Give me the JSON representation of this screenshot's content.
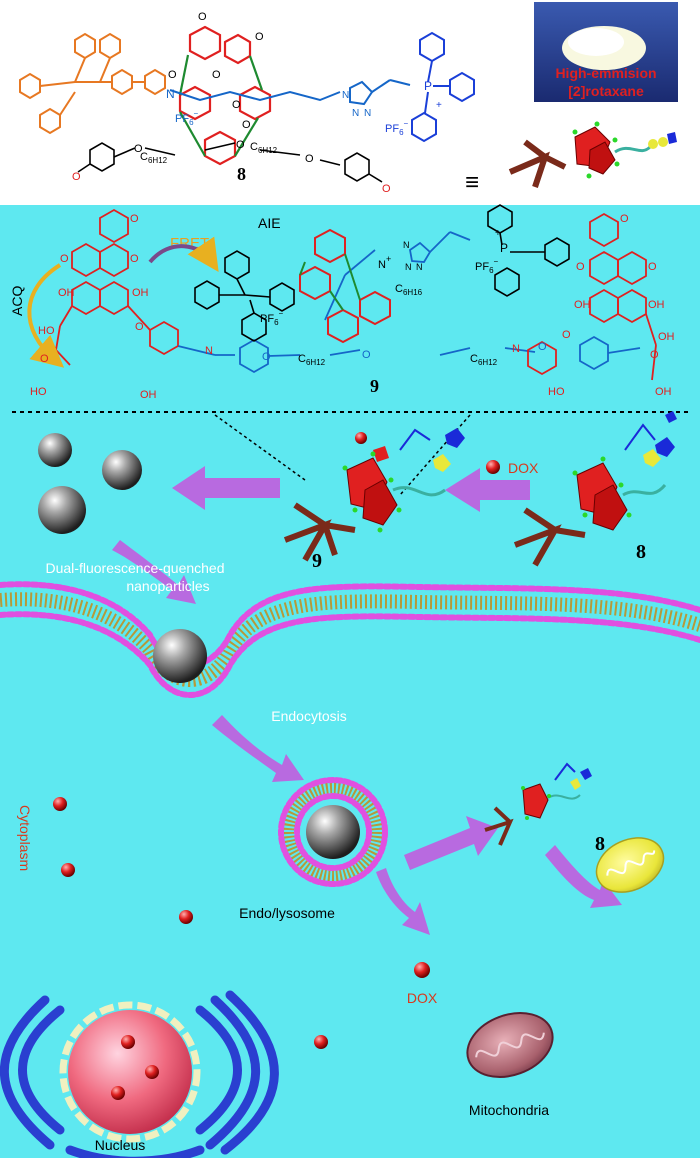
{
  "top": {
    "chem_labels": {
      "o_me_1": "O",
      "o_me_2": "O",
      "o_1": "O",
      "o_2": "O",
      "o_3": "O",
      "o_4": "O",
      "n_plus": "N",
      "pf6_1": "PF",
      "pf6_1_sub": "6",
      "pf6_1_sup": "−",
      "p": "P",
      "p_plus": "+",
      "pf6_2": "PF",
      "pf6_2_sub": "6",
      "pf6_2_sup": "−",
      "triazole_n1": "N",
      "triazole_n2": "N",
      "triazole_n3": "N",
      "c6h12_1": "C",
      "c6h12_1_h": "6H",
      "c6h12_1_sub": "12",
      "c6h12_2": "C",
      "c6h12_2_h": "6H",
      "c6h12_2_sub": "12",
      "ald_o_1": "O",
      "ald_o_2": "O",
      "ether_o_1": "O",
      "ether_o_2": "O",
      "ether_o_3": "O"
    },
    "compound_number": "8",
    "equiv_sign": "≡",
    "photo_caption_line1": "High-emmision",
    "photo_caption_line2": "[2]rotaxane"
  },
  "middle": {
    "aie_label": "AIE",
    "fret_label": "FRET",
    "acq_label": "ACQ",
    "compound_number": "9",
    "c6h16_label": "C",
    "c6h16_h": "6H",
    "c6h16_sub": "16",
    "pf6_a": "PF",
    "pf6_a_sub": "6",
    "pf6_a_sup": "−",
    "pf6_b": "PF",
    "pf6_b_sub": "6",
    "pf6_b_sup": "−",
    "p_label": "P",
    "p_plus": "+",
    "n_plus": "N",
    "n_plus_sign": "+",
    "c6h12_a": "C",
    "c6h12_a_h": "6H",
    "c6h12_a_sub": "12",
    "c6h12_b": "C",
    "c6h12_b_h": "6H",
    "c6h12_b_sub": "12",
    "left_labels": {
      "o1": "O",
      "o2": "O",
      "oh1": "OH",
      "oh2": "OH",
      "ho1": "HO",
      "ho2": "HO",
      "o3": "O",
      "o4": "O",
      "oh3": "OH",
      "n": "N",
      "ome": "O"
    },
    "right_labels": {
      "o1": "O",
      "o2": "O",
      "oh1": "OH",
      "oh2": "OH",
      "oh3": "OH",
      "oh4": "OH",
      "ho1": "HO",
      "o3": "O",
      "o4": "O",
      "n": "N",
      "ome": "O"
    },
    "triazole_n1": "N",
    "triazole_n2": "N",
    "triazole_n3": "N",
    "o_link_a": "O",
    "o_link_b": "O",
    "o_link_c": "O"
  },
  "bottom": {
    "dox_label_top": "DOX",
    "compound_9": "9",
    "compound_8_a": "8",
    "compound_8_b": "8",
    "nanoparticles_line1": "Dual-fluorescence-quenched",
    "nanoparticles_line2": "nanoparticles",
    "endocytosis": "Endocytosis",
    "cytoplasm": "Cytoplasm",
    "endolysosome": "Endo/lysosome",
    "dox_label_bottom": "DOX",
    "mitochondria": "Mitochondria",
    "nucleus": "Nucleus"
  },
  "colors": {
    "background": "#5ee8f0",
    "tpe": "#e77822",
    "pillararene": "#e02020",
    "linker": "#1566c8",
    "phosphonium": "#1a3fd8",
    "dox": "#e23232",
    "membrane_head": "#e050e0",
    "membrane_tail": "#b59a3a",
    "arrow": "#b86ae0",
    "label_red": "#d83a1e",
    "nucleus": "#f06a80",
    "er": "#2a3fd0",
    "mito_yellow": "#e9e63a"
  }
}
